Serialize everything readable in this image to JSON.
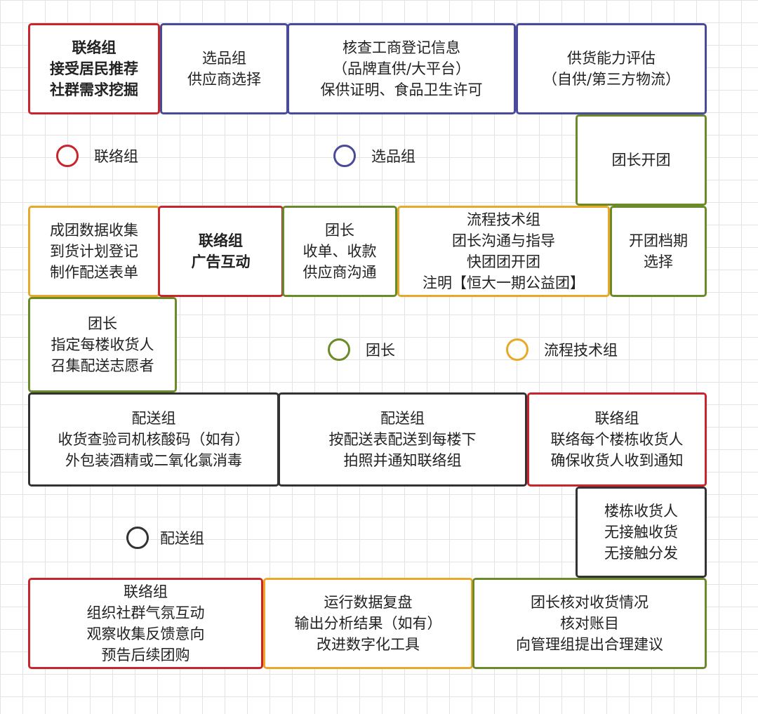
{
  "colors": {
    "liaison": "#c8252c",
    "selection": "#4a4a9a",
    "leader": "#6b8a2a",
    "process": "#e8a92a",
    "delivery": "#333333"
  },
  "legend": {
    "liaison": "联络组",
    "selection": "选品组",
    "leader": "团长",
    "process": "流程技术组",
    "delivery": "配送组"
  },
  "steps": {
    "s1": "联络组\n接受居民推荐\n社群需求挖掘",
    "s2": "选品组\n供应商选择",
    "s3": "核查工商登记信息\n（品牌直供/大平台）\n保供证明、食品卫生许可",
    "s4": "供货能力评估\n（自供/第三方物流）",
    "s5": "团长开团",
    "s6": "开团档期\n选择",
    "s7": "流程技术组\n团长沟通与指导\n快团团开团\n注明【恒大一期公益团】",
    "s8": "团长\n收单、收款\n供应商沟通",
    "s9": "联络组\n广告互动",
    "s10": "成团数据收集\n到货计划登记\n制作配送表单",
    "s11": "团长\n指定每楼收货人\n召集配送志愿者",
    "s12": "配送组\n收货查验司机核酸码（如有）\n外包装酒精或二氧化氯消毒",
    "s13": "配送组\n按配送表配送到每楼下\n拍照并通知联络组",
    "s14": "联络组\n联络每个楼栋收货人\n确保收货人收到通知",
    "s15": "楼栋收货人\n无接触收货\n无接触分发",
    "s16": "联络组\n组织社群气氛互动\n观察收集反馈意向\n预告后续团购",
    "s17": "运行数据复盘\n输出分析结果（如有）\n改进数字化工具",
    "s18": "团长核对收货情况\n核对账目\n向管理组提出合理建议"
  }
}
